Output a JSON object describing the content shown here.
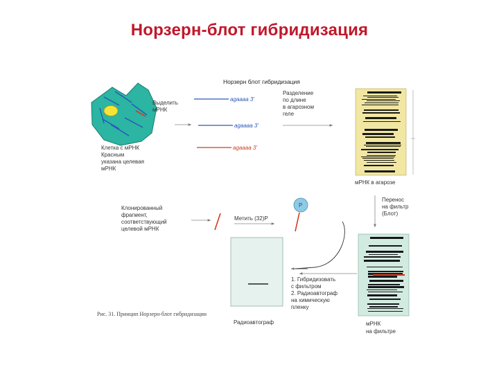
{
  "slide": {
    "title": "Норзерн-блот гибридизация"
  },
  "diagram": {
    "header": "Норзерн блот гибридизация",
    "cell": {
      "isolate_label": [
        "Выделить",
        "мРНК"
      ],
      "caption": [
        "Клетка с мРНК",
        "Красным",
        "указана целевая",
        "мРНК"
      ]
    },
    "mrna": {
      "strand_blue_1": "agaaaa 3'",
      "strand_blue_2": "agaaaa 3'",
      "strand_red": "agaaaa 3'"
    },
    "gel": {
      "separation_label": [
        "Разделение",
        "по длине",
        "в агарозном",
        "геле"
      ],
      "caption": "мРНК в агарозе"
    },
    "probe": {
      "fragment_label": [
        "Клонированный",
        "фрагмент,",
        "соответствующий",
        "целевой мРНК"
      ],
      "label_step": "Метить (32)P",
      "isotope_symbol": "P"
    },
    "autoradiograph": {
      "steps": [
        "1. Гибридизовать",
        "с фильтром",
        "2. Радиоавтограф",
        "на химическую",
        "пленку"
      ],
      "caption": "Радиоавтограф"
    },
    "filter": {
      "transfer_label": [
        "Перенос",
        "на фильтр",
        "(Блот)"
      ],
      "caption": [
        "мРНК",
        "на фильтре"
      ]
    },
    "figure_caption": "Рис. 31. Принцип Норзерн-блот гибридизации"
  },
  "colors": {
    "title_red": "#c0182b",
    "cell_teal": "#2bb5a2",
    "nucleus_yellow": "#f5e335",
    "strand_blue": "#2a57b8",
    "strand_red": "#d23a1e",
    "gel_yellow": "#f1e7a3",
    "film_tint": "#e6f2ee",
    "filter_tint": "#d2ebe0",
    "probe_circle": "#8ecae6"
  },
  "icons": [
    "cell-illustration",
    "nucleus-icon",
    "isotope-p-icon",
    "arrow-icon"
  ]
}
